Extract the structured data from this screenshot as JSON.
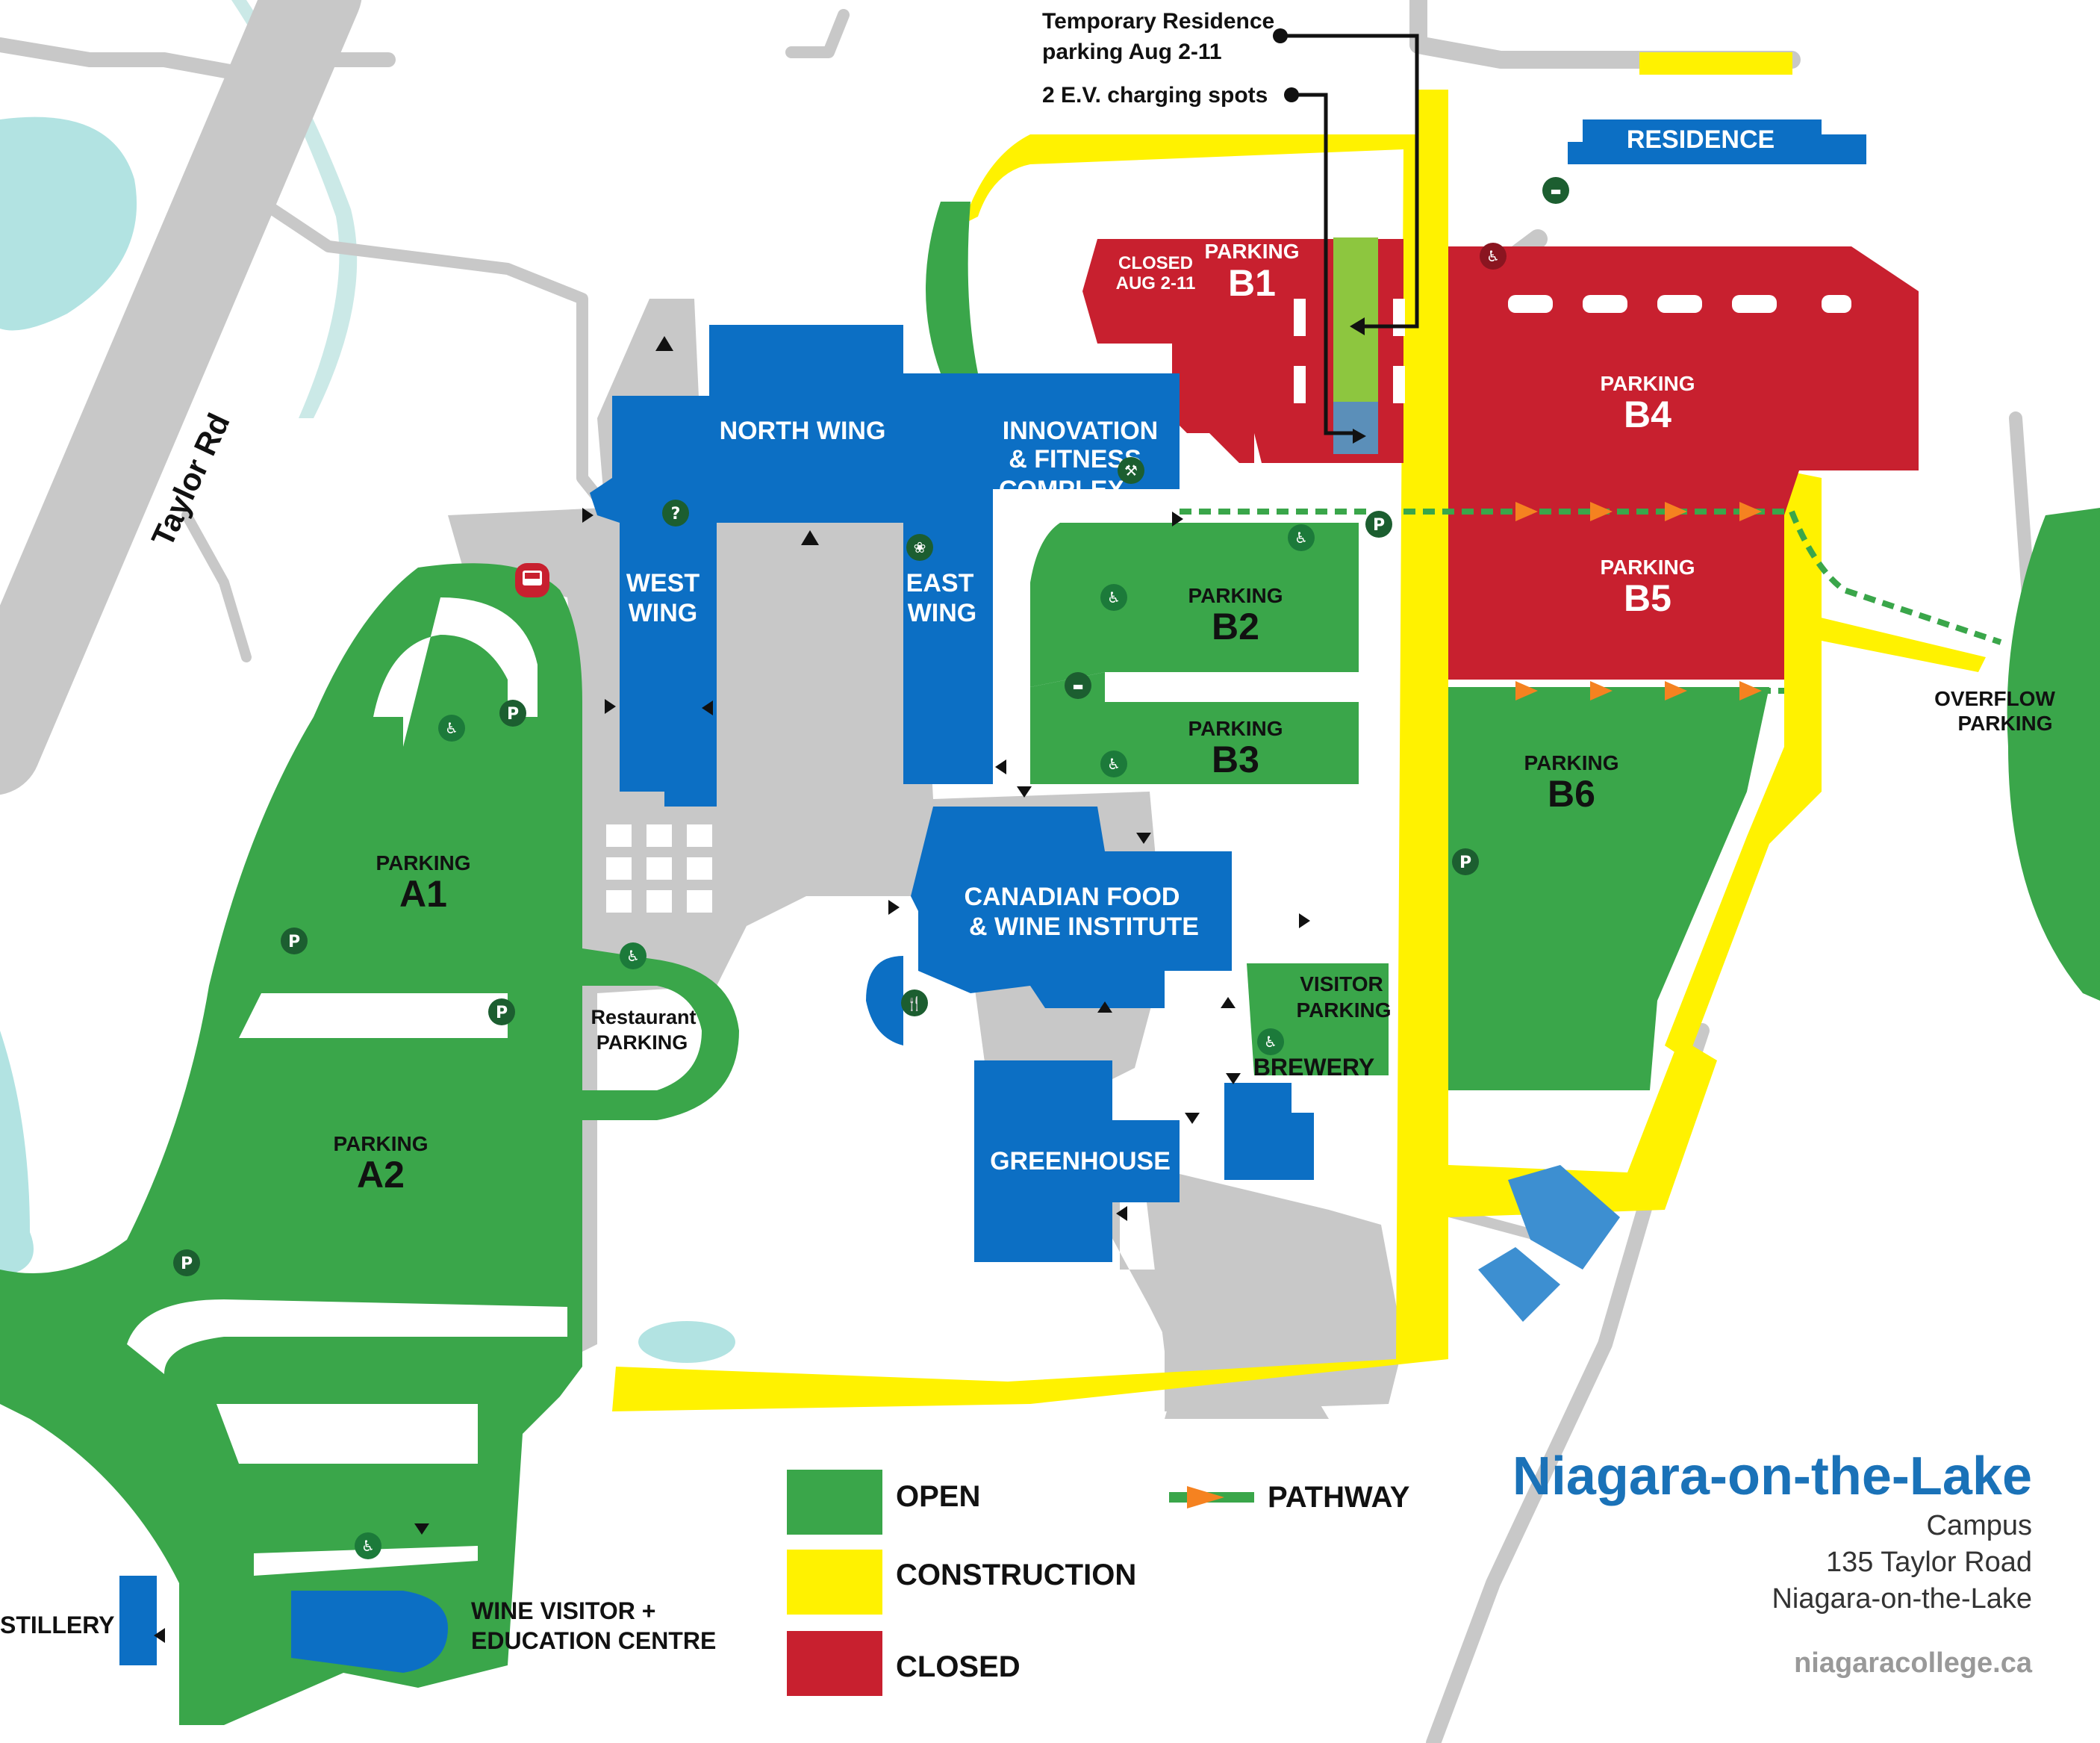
{
  "colors": {
    "open": "#3aa64a",
    "construction": "#fff200",
    "closed": "#c8202f",
    "building": "#0c6fc4",
    "road": "#c8c8c8",
    "water": "#b2e3e2",
    "pathway_green": "#3aa64a",
    "pathway_orange": "#f58220",
    "ev_spot": "#8dc63f",
    "ev_blue": "#5b8fb9"
  },
  "roads": {
    "taylor_rd": "Taylor Rd"
  },
  "buildings": {
    "north_wing": "NORTH WING",
    "innovation_line1": "INNOVATION",
    "innovation_line2": "& FITNESS",
    "innovation_line3": "COMPLEX",
    "west_wing_line1": "WEST",
    "west_wing_line2": "WING",
    "east_wing_line1": "EAST",
    "east_wing_line2": "WING",
    "cfwi_line1": "CANADIAN FOOD",
    "cfwi_line2": "& WINE INSTITUTE",
    "greenhouse": "GREENHOUSE",
    "residence": "RESIDENCE",
    "brewery": "BREWERY",
    "distillery": "STILLERY",
    "wine_visitor_line1": "WINE VISITOR +",
    "wine_visitor_line2": "EDUCATION CENTRE"
  },
  "parking": {
    "a1": {
      "label": "PARKING",
      "code": "A1"
    },
    "a2": {
      "label": "PARKING",
      "code": "A2"
    },
    "b1": {
      "label": "PARKING",
      "code": "B1",
      "note_line1": "CLOSED",
      "note_line2": "AUG 2-11"
    },
    "b2": {
      "label": "PARKING",
      "code": "B2"
    },
    "b3": {
      "label": "PARKING",
      "code": "B3"
    },
    "b4": {
      "label": "PARKING",
      "code": "B4"
    },
    "b5": {
      "label": "PARKING",
      "code": "B5"
    },
    "b6": {
      "label": "PARKING",
      "code": "B6"
    },
    "restaurant_line1": "Restaurant",
    "restaurant_line2": "PARKING",
    "visitor_line1": "VISITOR",
    "visitor_line2": "PARKING",
    "overflow_line1": "OVERFLOW",
    "overflow_line2": "PARKING"
  },
  "callouts": {
    "temp_residence_line1": "Temporary Residence",
    "temp_residence_line2": "parking Aug 2-11",
    "ev_charging": "2 E.V. charging spots"
  },
  "legend": {
    "open": "OPEN",
    "construction": "CONSTRUCTION",
    "closed": "CLOSED",
    "pathway": "PATHWAY"
  },
  "campus": {
    "title": "Niagara-on-the-Lake",
    "line1": "Campus",
    "line2": "135 Taylor Road",
    "line3": "Niagara-on-the-Lake",
    "url": "niagaracollege.ca"
  },
  "icons": {
    "accessible": "accessible-parking-icon",
    "parking": "parking-icon",
    "info": "info-icon",
    "bus": "bus-stop-icon",
    "fitness": "fitness-icon",
    "restaurant": "restaurant-icon",
    "lotus": "lotus-icon",
    "smoking": "smoking-area-icon"
  },
  "glyphs": {
    "accessible": "♿",
    "parking": "P",
    "info": "?",
    "fitness": "⚒",
    "restaurant": "🍴",
    "lotus": "❀",
    "smoking": "▬"
  }
}
